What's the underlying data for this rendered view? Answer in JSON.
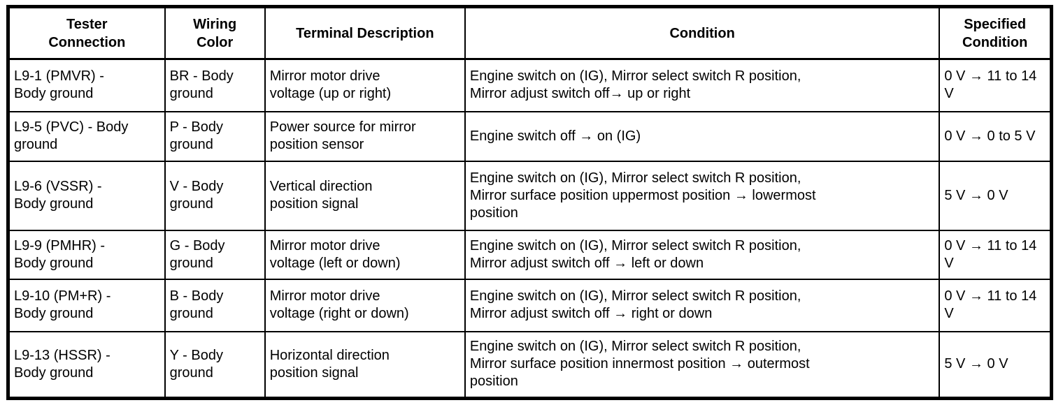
{
  "colors": {
    "background": "#ffffff",
    "text": "#000000",
    "border": "#000000"
  },
  "table": {
    "headers": {
      "tester_connection": "Tester\nConnection",
      "wiring_color": "Wiring\nColor",
      "terminal_description": "Terminal Description",
      "condition": "Condition",
      "specified_condition": "Specified\nCondition"
    },
    "rows": [
      {
        "tester_connection": "L9-1 (PMVR) -\nBody ground",
        "wiring_color": "BR - Body\nground",
        "terminal_description": "Mirror motor drive\nvoltage (up or right)",
        "condition": "Engine switch on (IG), Mirror select switch R position,\nMirror adjust switch off→ up or right",
        "specified_condition": "0 V → 11 to 14\nV"
      },
      {
        "tester_connection": "L9-5 (PVC) - Body\nground",
        "wiring_color": "P - Body\nground",
        "terminal_description": "Power source for mirror\nposition sensor",
        "condition": "Engine switch off → on (IG)",
        "specified_condition": "0 V → 0 to 5 V"
      },
      {
        "tester_connection": "L9-6 (VSSR) -\nBody ground",
        "wiring_color": "V - Body\nground",
        "terminal_description": "Vertical direction\nposition signal",
        "condition": "Engine switch on (IG), Mirror select switch R position,\nMirror surface position uppermost position → lowermost\nposition",
        "specified_condition": "5 V → 0 V"
      },
      {
        "tester_connection": "L9-9 (PMHR) -\nBody ground",
        "wiring_color": "G - Body\nground",
        "terminal_description": "Mirror motor drive\nvoltage (left or down)",
        "condition": "Engine switch on (IG), Mirror select switch R position,\nMirror adjust switch off → left or down",
        "specified_condition": "0 V → 11 to 14\nV"
      },
      {
        "tester_connection": "L9-10 (PM+R) -\nBody ground",
        "wiring_color": "B - Body\nground",
        "terminal_description": "Mirror motor drive\nvoltage (right or down)",
        "condition": "Engine switch on (IG), Mirror select switch R position,\nMirror adjust switch off → right or down",
        "specified_condition": "0 V → 11 to 14\nV"
      },
      {
        "tester_connection": "L9-13 (HSSR) -\nBody ground",
        "wiring_color": "Y - Body\nground",
        "terminal_description": "Horizontal direction\nposition signal",
        "condition": "Engine switch on (IG), Mirror select switch R position,\nMirror surface position innermost position → outermost\nposition",
        "specified_condition": "5 V → 0 V"
      }
    ]
  }
}
